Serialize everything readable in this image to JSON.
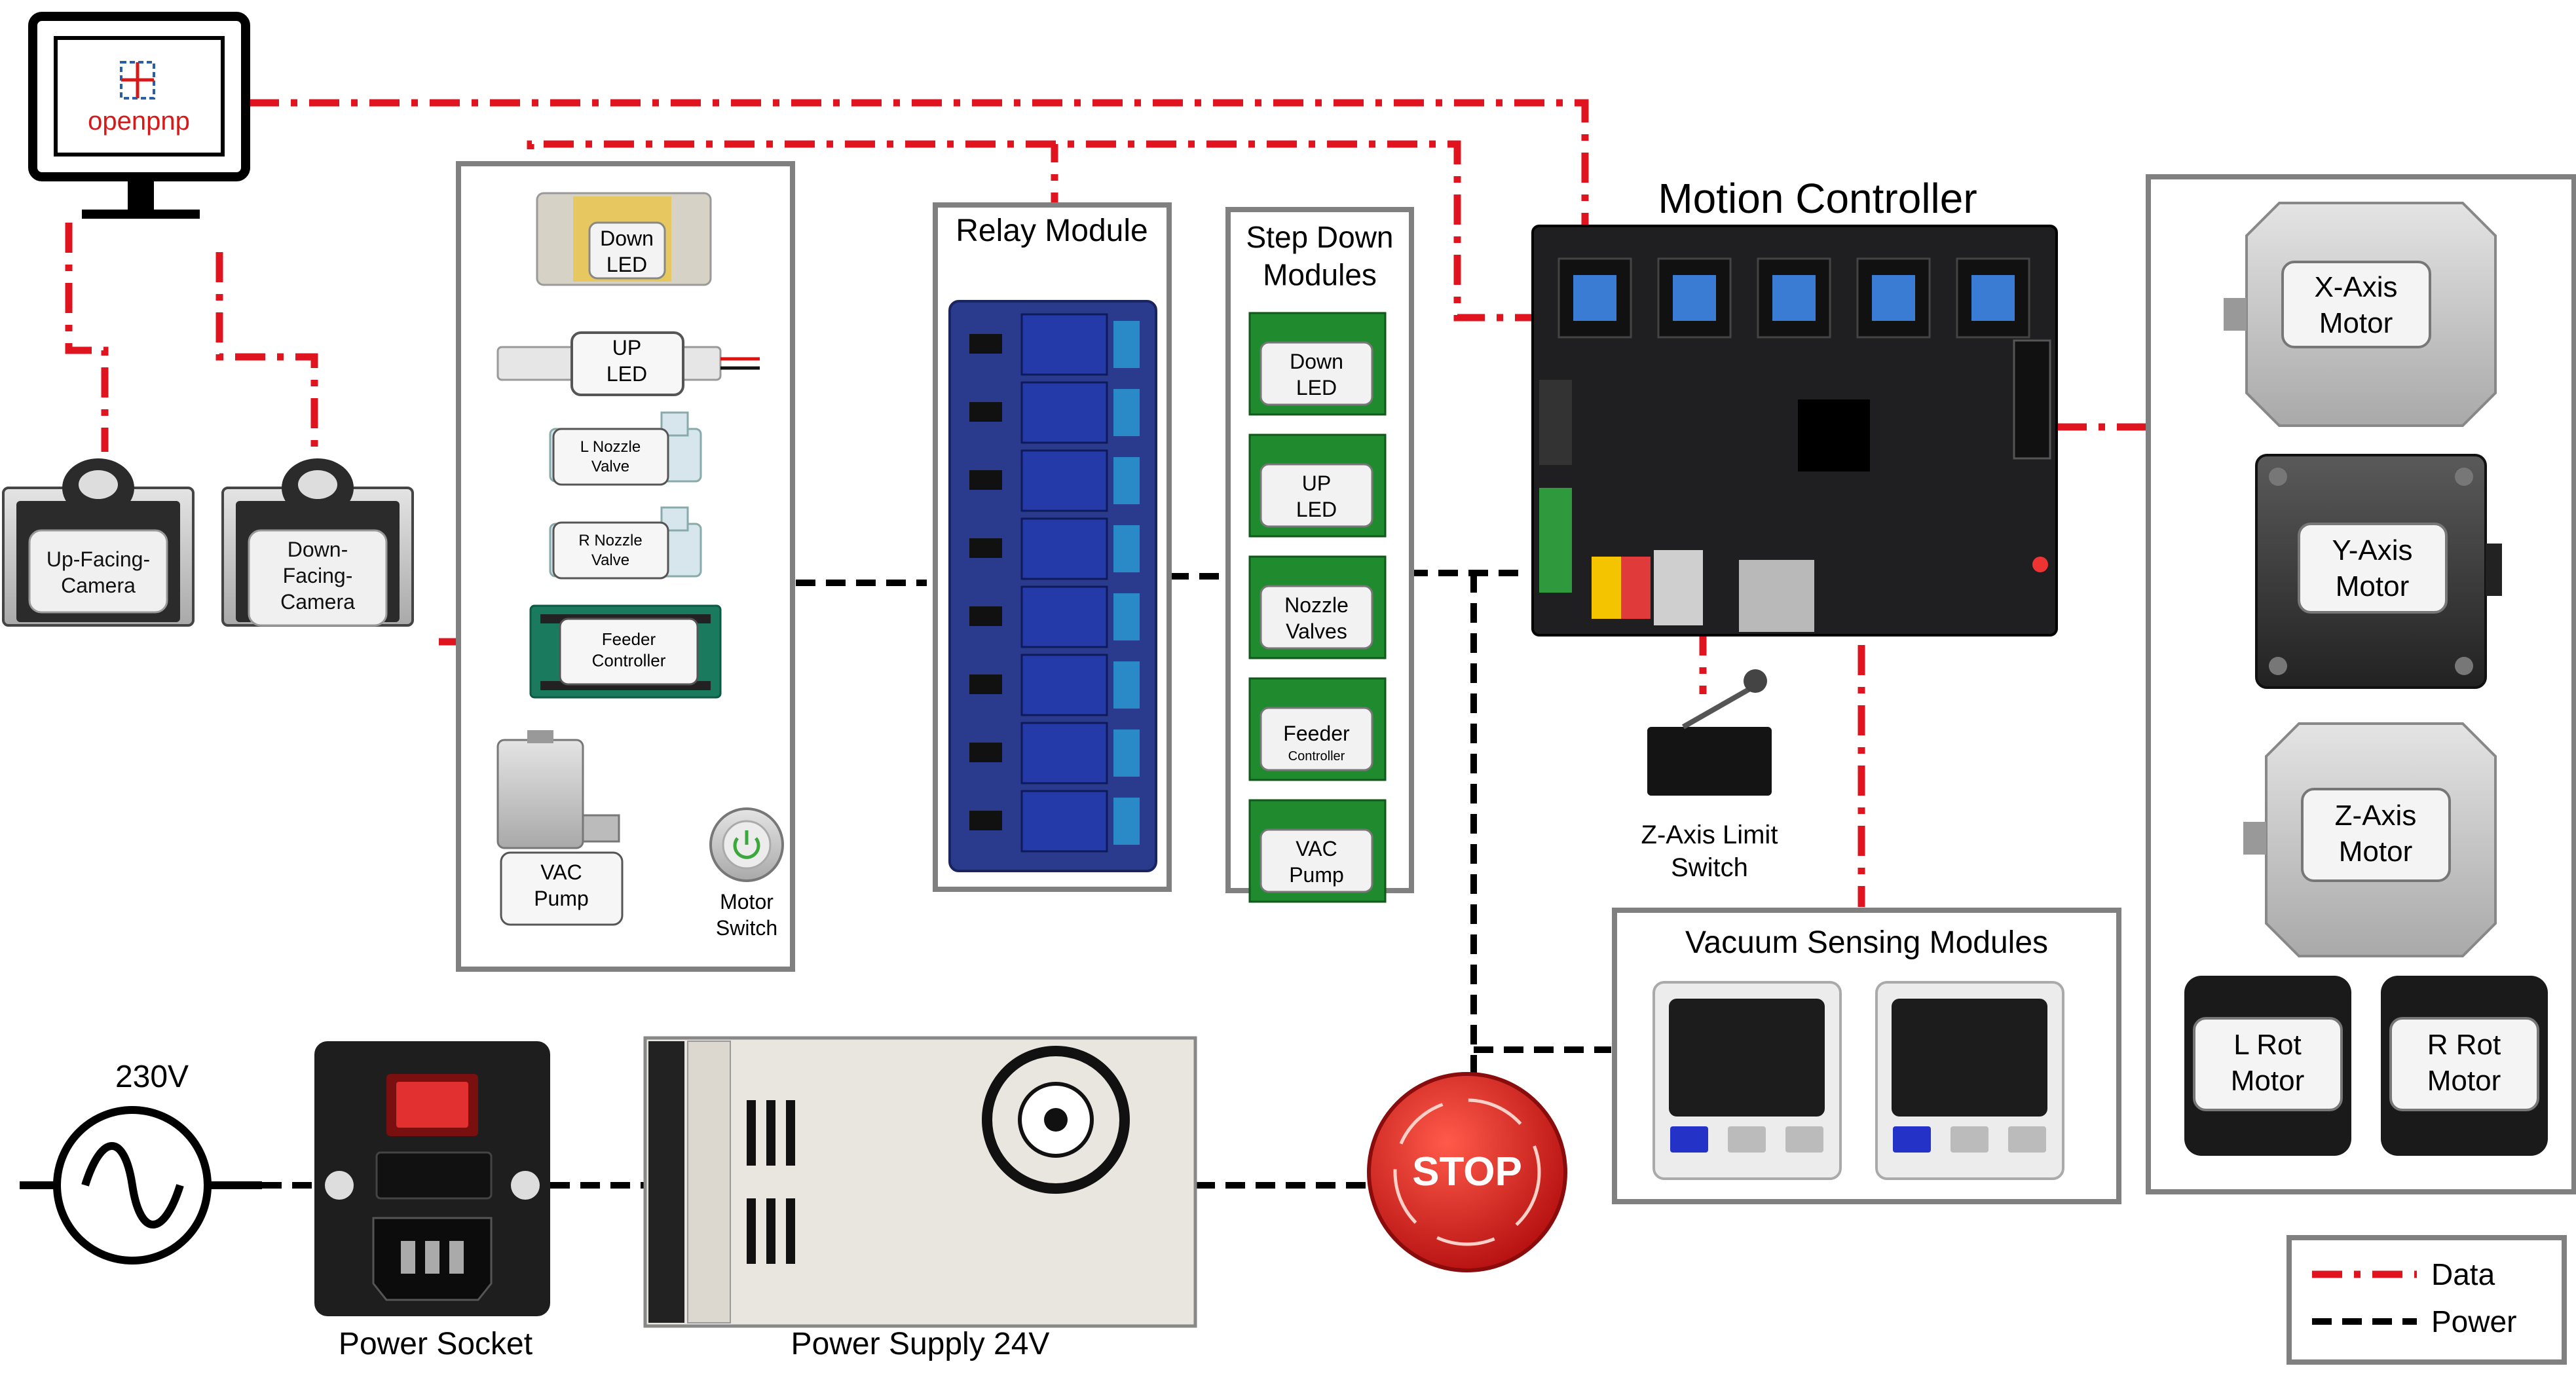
{
  "software": {
    "logo_text": "openpnp"
  },
  "cameras": {
    "up_label": "Up-Facing-\nCamera",
    "down_label": "Down-\nFacing-\nCamera"
  },
  "peripherals": {
    "down_led": "Down\nLED",
    "up_led": "UP\nLED",
    "l_nozzle_valve": "L Nozzle\nValve",
    "r_nozzle_valve": "R Nozzle\nValve",
    "feeder_controller": "Feeder\nController",
    "vac_pump": "VAC\nPump",
    "motor_switch": "Motor\nSwitch"
  },
  "relay": {
    "title": "Relay Module"
  },
  "stepdown": {
    "title": "Step Down\nModules",
    "modules": [
      {
        "label": "Down\nLED",
        "sub": ""
      },
      {
        "label": "UP\nLED",
        "sub": ""
      },
      {
        "label": "Nozzle\nValves",
        "sub": ""
      },
      {
        "label": "Feeder",
        "sub": "Controller"
      },
      {
        "label": "VAC\nPump",
        "sub": ""
      }
    ]
  },
  "controller": {
    "title": "Motion Controller"
  },
  "limit_switch": {
    "label": "Z-Axis Limit\nSwitch"
  },
  "vacuum": {
    "title": "Vacuum Sensing Modules"
  },
  "motors": {
    "x": "X-Axis\nMotor",
    "y": "Y-Axis\nMotor",
    "z": "Z-Axis\nMotor",
    "l_rot": "L Rot\nMotor",
    "r_rot": "R Rot\nMotor"
  },
  "power": {
    "voltage": "230V",
    "socket_label": "Power Socket",
    "supply_label": "Power Supply 24V",
    "stop_text": "STOP"
  },
  "legend": {
    "data": "Data",
    "power": "Power"
  },
  "colors": {
    "data_line": "#e0141e",
    "power_line": "#000000",
    "board_blue": "#2a3a8c",
    "pcb_green": "#1f8a2e"
  }
}
